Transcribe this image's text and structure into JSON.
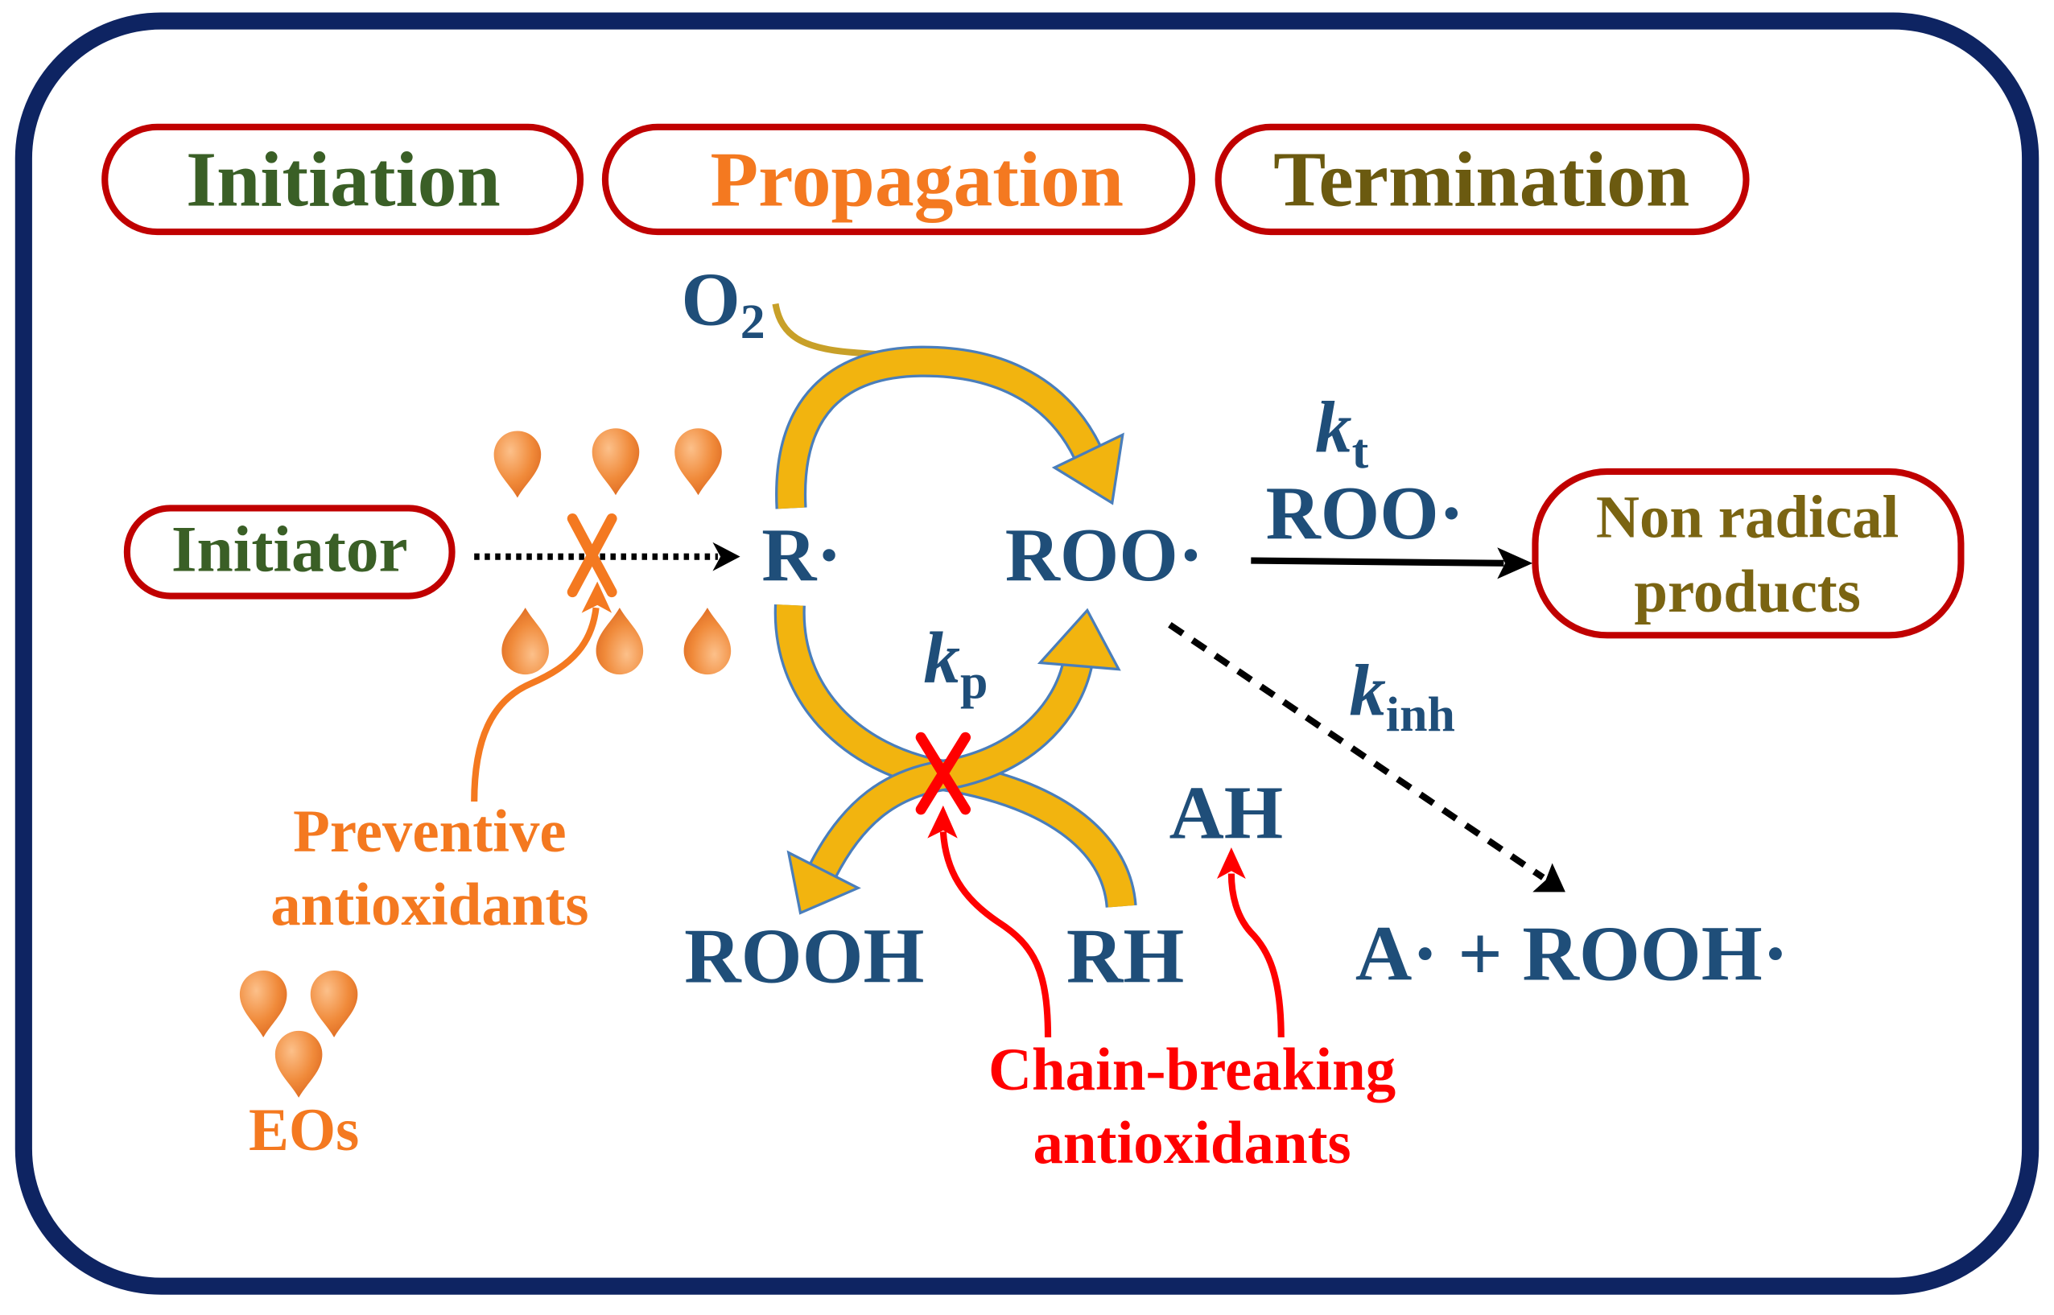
{
  "stages": {
    "initiation": "Initiation",
    "propagation": "Propagation",
    "termination": "Termination"
  },
  "initiator": "Initiator",
  "species": {
    "o2": {
      "main": "O",
      "sub": "2"
    },
    "r_radical": "R·",
    "roo_radical": "ROO·",
    "roo_radical_termination": "ROO·",
    "rooh": "ROOH",
    "rh": "RH",
    "ah": "AH",
    "inhibition_products": "A· + ROOH·"
  },
  "rate_constants": {
    "kt": {
      "main": "k",
      "sub": "t"
    },
    "kp": {
      "main": "k",
      "sub": "p"
    },
    "kinh": {
      "main": "k",
      "sub": "inh"
    }
  },
  "non_radical_products": [
    "Non radical",
    "products"
  ],
  "preventive_antioxidants": [
    "Preventive",
    "antioxidants"
  ],
  "chain_breaking_antioxidants": [
    "Chain-breaking",
    "antioxidants"
  ],
  "eos_label": "EOs",
  "icons": {
    "droplet": "oil-droplet-icon",
    "block": "x-mark-icon"
  },
  "colors": {
    "frame": "#0E2462",
    "pill_border": "#C00000",
    "initiation": "#3A5F26",
    "propagation": "#F47920",
    "termination": "#6B5A10",
    "non_radical": "#7A6412",
    "species": "#1F4E79",
    "cycle_arrow": "#F2B40F",
    "cycle_outline": "#4A7EBB",
    "o2_connector": "#C8A028",
    "preventive": "#F47920",
    "chain_breaking": "#FF0000",
    "arrows": "#000000"
  }
}
